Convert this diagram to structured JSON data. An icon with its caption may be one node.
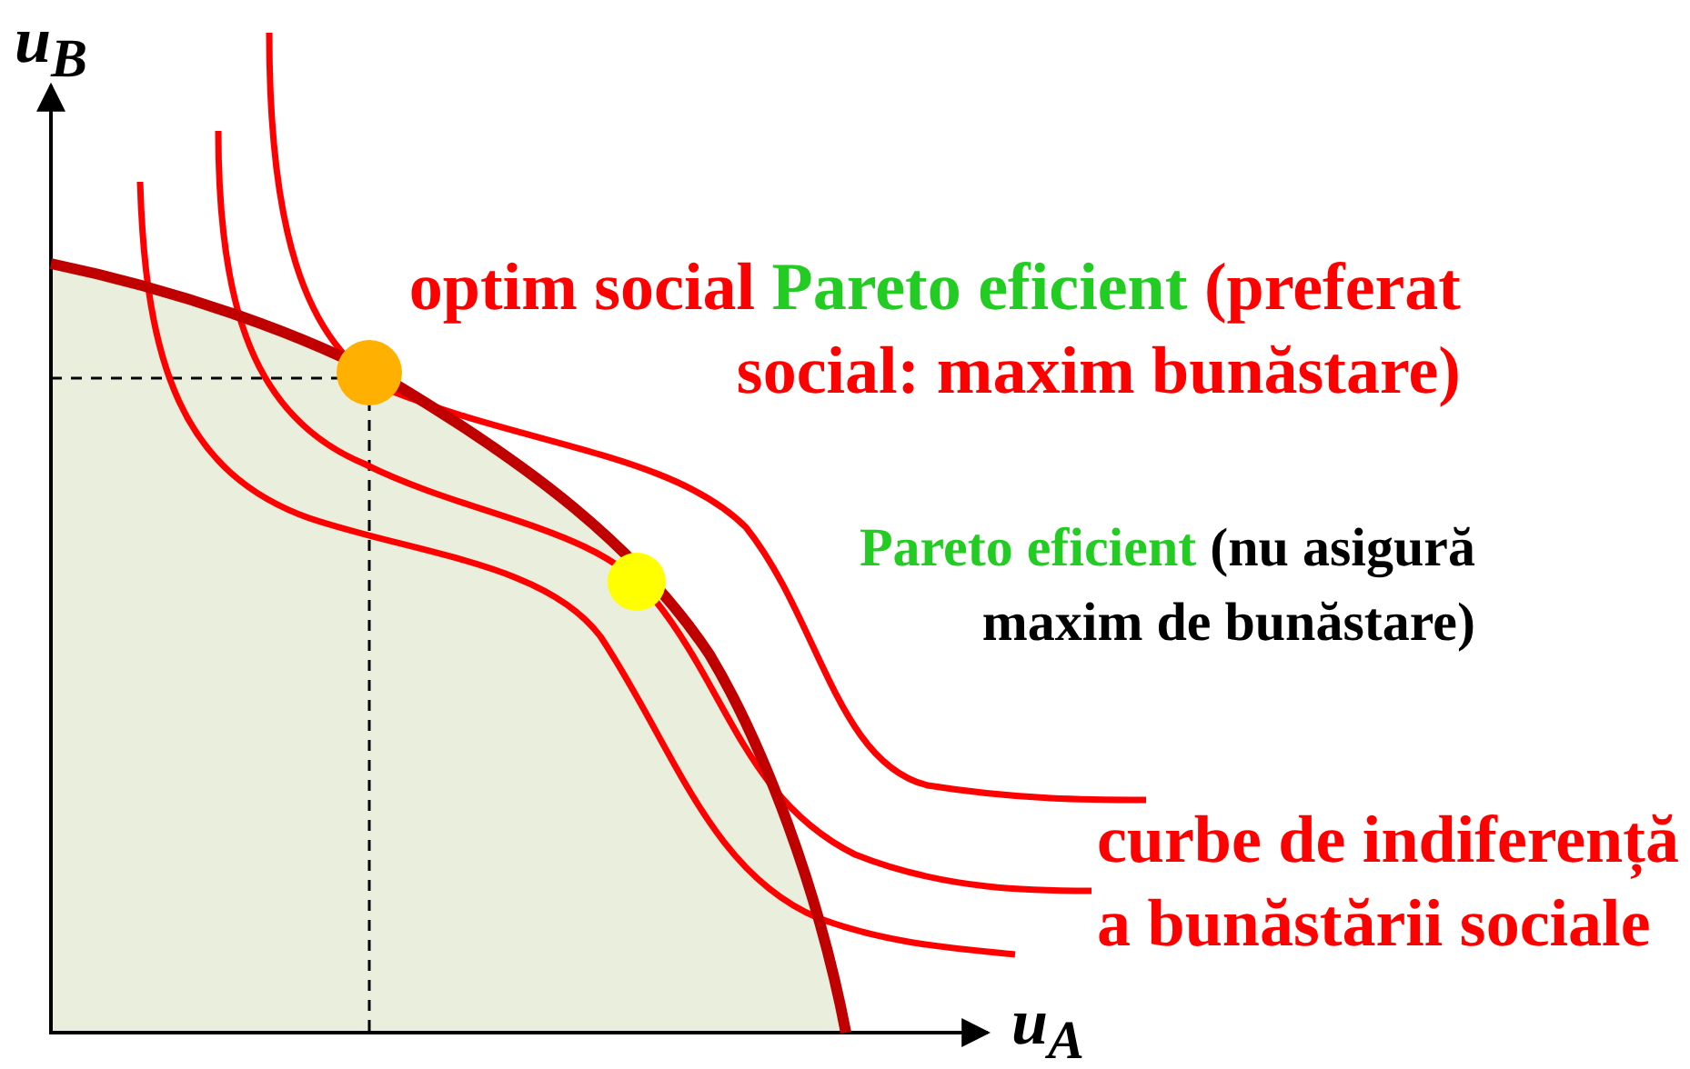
{
  "diagram": {
    "labels": [
      "u$_{B}$",
      "optim social",
      "Pareto eficient",
      "(preferat social: maxim bunăstare)",
      "Pareto eficient",
      "(nu asigură maxim de bunăstare)",
      "curbe de indiferență a bunăstării sociale",
      "u$_{A}$"
    ]
  }
}
